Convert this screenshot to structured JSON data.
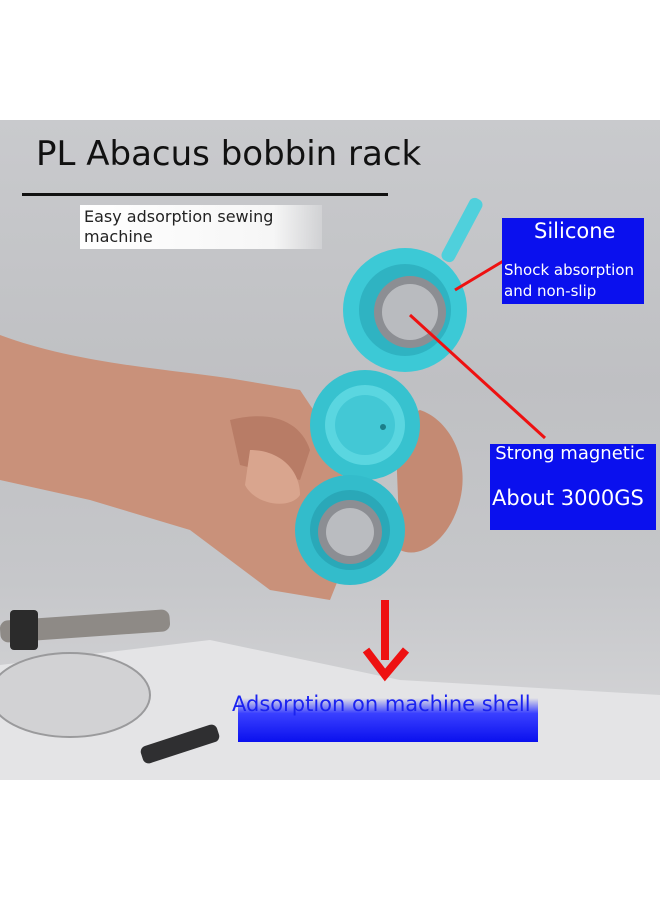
{
  "header": {
    "title": "PL Abacus bobbin rack",
    "subtitle": "Easy adsorption sewing machine"
  },
  "callouts": {
    "silicone_title": "Silicone",
    "silicone_detail": "Shock absorption and non-slip",
    "magnetic_title": "Strong magnetic",
    "magnetic_value": "About 3000GS",
    "shell_label": "Adsorption on machine shell"
  },
  "colors": {
    "callout_blue": "#0a10ee",
    "arrow_red": "#ee1111",
    "rack_cyan": "#3cc9d6"
  }
}
